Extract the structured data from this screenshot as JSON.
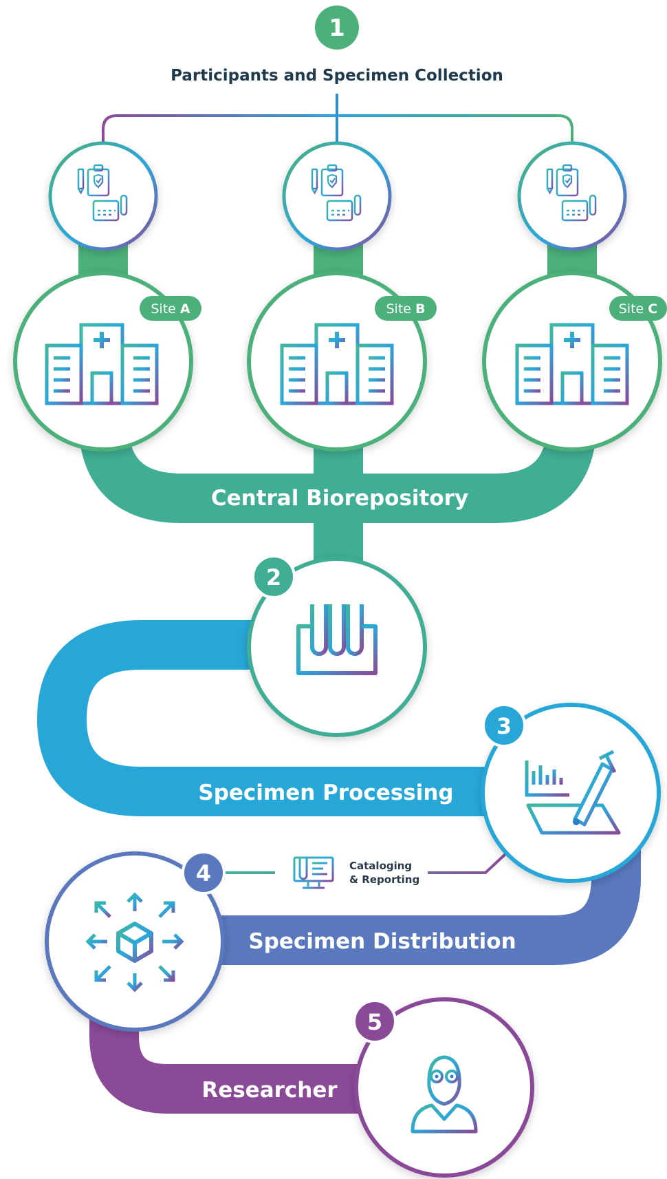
{
  "steps": [
    {
      "number": "1",
      "label": "Participants and Specimen Collection",
      "color": "#4bb07a"
    },
    {
      "number": "2",
      "label": "Central Biorepository",
      "color": "#40ad95"
    },
    {
      "number": "3",
      "label": "Specimen Processing",
      "color": "#27a7d8"
    },
    {
      "number": "4",
      "label": "Specimen Distribution",
      "color": "#5a78bd"
    },
    {
      "number": "5",
      "label": "Researcher",
      "color": "#8a4a98"
    }
  ],
  "sites": [
    {
      "prefix": "Site",
      "letter": "A"
    },
    {
      "prefix": "Site",
      "letter": "B"
    },
    {
      "prefix": "Site",
      "letter": "C"
    }
  ],
  "cataloging": {
    "line1": "Cataloging",
    "line2": "& Reporting"
  },
  "icons": {
    "collection": "clipboard-calendar-test-tube-icon",
    "hospital": "hospital-building-icon",
    "processing": "test-tube-rack-icon",
    "analysis": "chart-pen-icon",
    "distribution": "box-distribution-arrows-icon",
    "researcher": "researcher-person-icon",
    "cataloging": "monitor-report-icon"
  },
  "colors": {
    "green": "#4bb07a",
    "teal": "#40ad95",
    "blue": "#27a7d8",
    "indigo": "#5a78bd",
    "purple": "#8a4a98",
    "title": "#1f3a4d"
  }
}
